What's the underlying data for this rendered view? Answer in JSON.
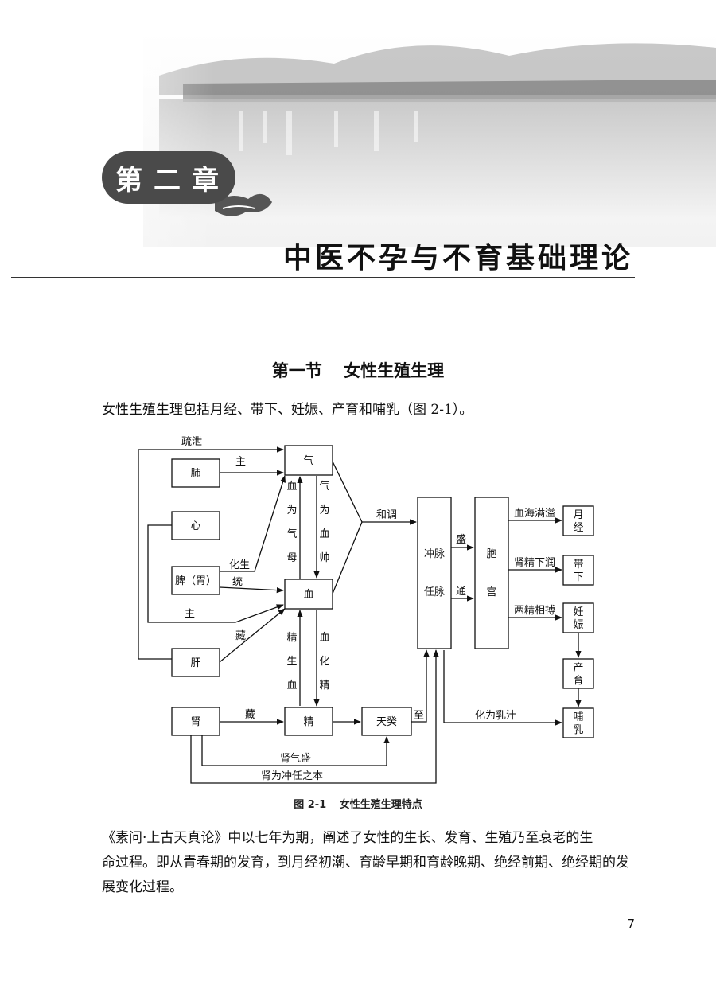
{
  "chapter": {
    "label": "第二章",
    "title": "中医不孕与不育基础理论"
  },
  "section": {
    "number": "第一节",
    "title": "女性生殖生理"
  },
  "intro": "女性生殖生理包括月经、带下、妊娠、产育和哺乳（图 2-1）。",
  "diagram": {
    "nodes": {
      "fei": "肺",
      "xin": "心",
      "pi": "脾（胃）",
      "gan": "肝",
      "shen": "肾",
      "qi": "气",
      "xue": "血",
      "jing": "精",
      "tiangui": "天癸",
      "chongren": [
        "冲脉",
        "任脉"
      ],
      "baogong": [
        "胞",
        "宫"
      ],
      "yuejing": [
        "月",
        "经"
      ],
      "daixia": [
        "带",
        "下"
      ],
      "renshen": [
        "妊",
        "娠"
      ],
      "chanyu": [
        "产",
        "育"
      ],
      "buru": [
        "哺",
        "乳"
      ]
    },
    "edges": {
      "shuxie": "疏泄",
      "zhu_top": "主",
      "huasheng": "化生",
      "tong": "统",
      "zhu_bottom": "主",
      "cang_liver": "藏",
      "xue_wei_qi_mu": [
        "血",
        "为",
        "气",
        "母"
      ],
      "qi_wei_xue_shuai": [
        "气",
        "为",
        "血",
        "帅"
      ],
      "jing_sheng_xue": [
        "精",
        "生",
        "血"
      ],
      "xue_hua_jing": [
        "血",
        "化",
        "精"
      ],
      "hetiao": "和调",
      "sheng": "盛",
      "tong2": "通",
      "cang_kidney": "藏",
      "zhi": "至",
      "xuehai": "血海满溢",
      "shenjing": "肾精下润",
      "liangjing": "两精相搏",
      "huaweiruzhi": "化为乳汁",
      "shenqisheng": "肾气盛",
      "shenwei": "肾为冲任之本"
    }
  },
  "caption": {
    "number": "图 2-1",
    "title": "女性生殖生理特点"
  },
  "body_lines": [
    "《素问·上古天真论》中以七年为期，阐述了女性的生长、发育、生殖乃至衰老的生",
    "命过程。即从青春期的发育，到月经初潮、育龄早期和育龄晚期、绝经前期、绝经期的发",
    "展变化过程。"
  ],
  "page_number": "7"
}
